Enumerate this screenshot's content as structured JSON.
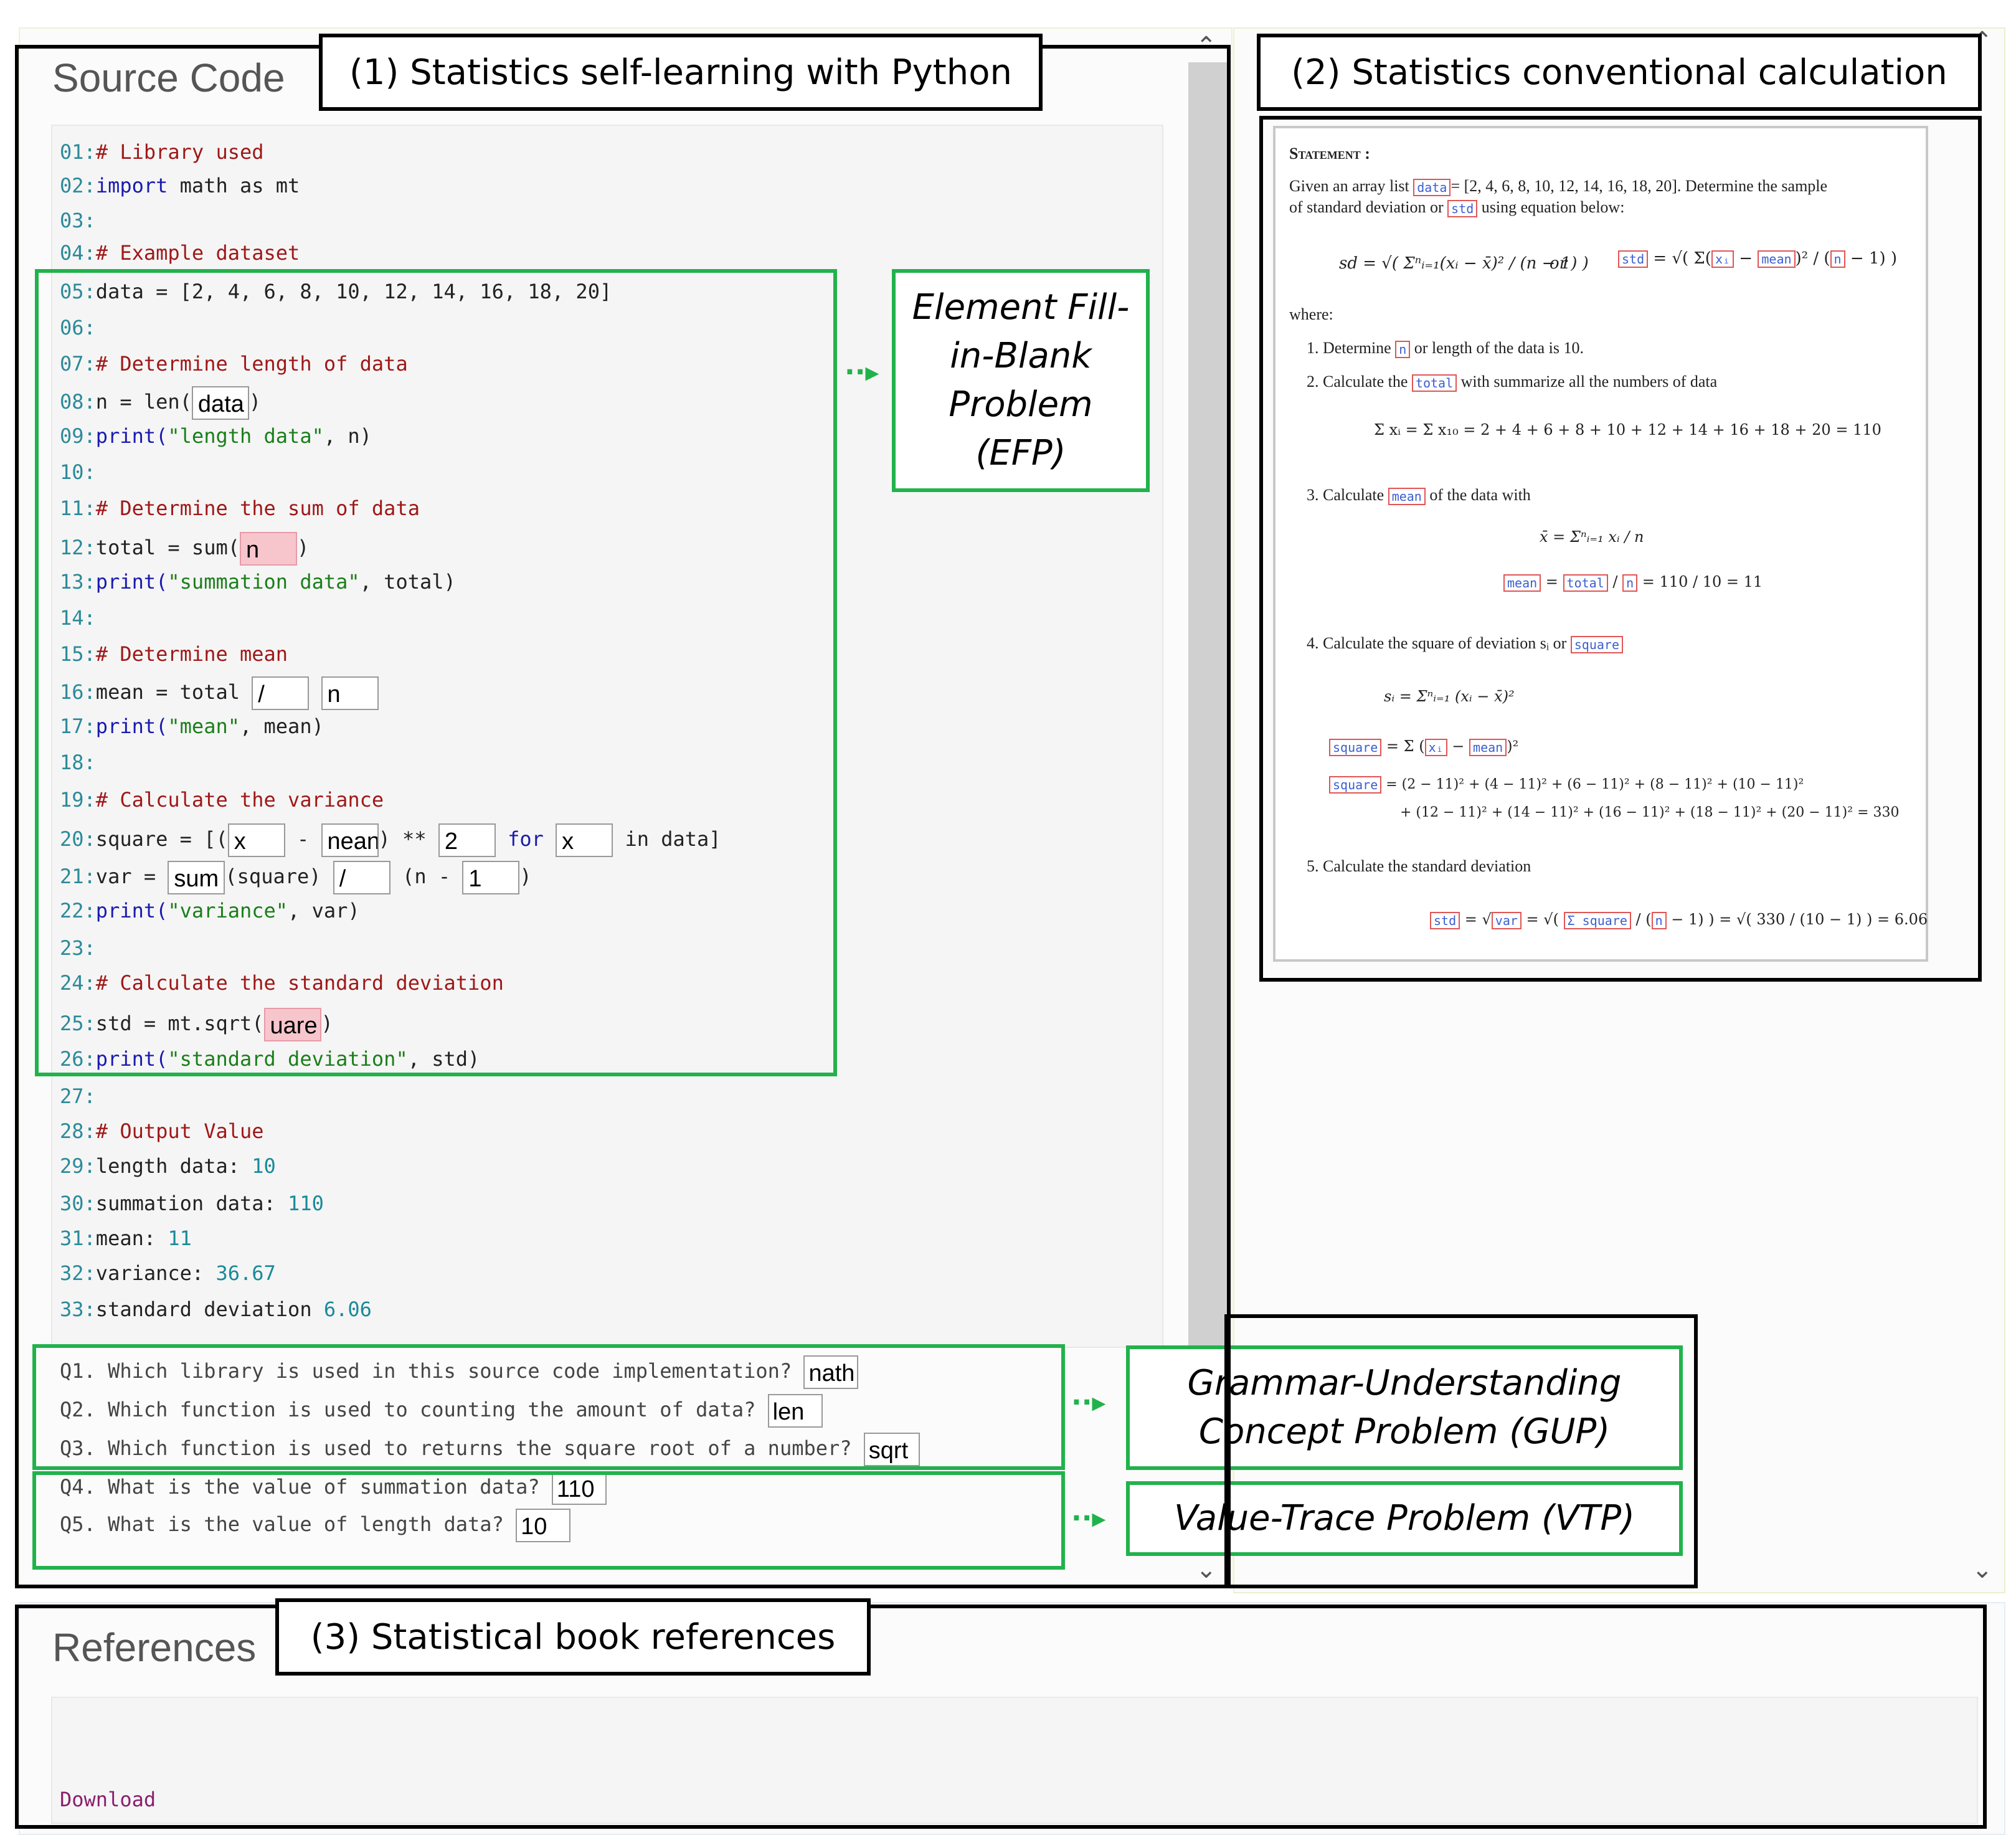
{
  "source_panel": {
    "title": "Source Code",
    "code_lines": [
      {
        "num": "01:",
        "text": "# Library used",
        "kind": "comment"
      },
      {
        "num": "02:",
        "kw": "import",
        "text": " math as mt"
      },
      {
        "num": "03:",
        "text": ""
      },
      {
        "num": "04:",
        "text": "# Example dataset",
        "kind": "comment"
      },
      {
        "num": "05:",
        "text": "data = [2, 4, 6, 8, 10, 12, 14, 16, 18, 20]"
      },
      {
        "num": "06:",
        "text": ""
      },
      {
        "num": "07:",
        "text": "# Determine length of data",
        "kind": "comment"
      },
      {
        "num": "08:",
        "pre": "n = len(",
        "blank": "data",
        "post": ")"
      },
      {
        "num": "09:",
        "kw": "print(",
        "str": "\"length data\"",
        "text": ", n)"
      },
      {
        "num": "10:",
        "text": ""
      },
      {
        "num": "11:",
        "text": "# Determine the sum of data",
        "kind": "comment"
      },
      {
        "num": "12:",
        "pre": "total = sum(",
        "blank": "n",
        "post": ")"
      },
      {
        "num": "13:",
        "kw": "print(",
        "str": "\"summation data\"",
        "text": ", total)"
      },
      {
        "num": "14:",
        "text": ""
      },
      {
        "num": "15:",
        "text": "# Determine mean",
        "kind": "comment"
      },
      {
        "num": "16:",
        "pre": "mean = total ",
        "blank": "/",
        "blank2": "n"
      },
      {
        "num": "17:",
        "kw": "print(",
        "str": "\"mean\"",
        "text": ", mean)"
      },
      {
        "num": "18:",
        "text": ""
      },
      {
        "num": "19:",
        "text": "# Calculate the variance",
        "kind": "comment"
      },
      {
        "num": "20:",
        "pre": "square = [(",
        "blank": "x",
        "mid": " - ",
        "blank2": "nean",
        "mid2": ") ** ",
        "blank3": "2",
        "kw_for": " for ",
        "blank4": "x",
        "post": " in data]"
      },
      {
        "num": "21:",
        "pre": "var = ",
        "blank": "sum",
        "mid": "(square) ",
        "blank2": "/",
        "mid2": " (n - ",
        "blank3": "1",
        "post": ")"
      },
      {
        "num": "22:",
        "kw": "print(",
        "str": "\"variance\"",
        "text": ", var)"
      },
      {
        "num": "23:",
        "text": ""
      },
      {
        "num": "24:",
        "text": "# Calculate the standard deviation",
        "kind": "comment"
      },
      {
        "num": "25:",
        "pre": "std = mt.sqrt(",
        "blank": "uare",
        "post": ")"
      },
      {
        "num": "26:",
        "kw": "print(",
        "str": "\"standard deviation\"",
        "text": ", std)"
      },
      {
        "num": "27:",
        "text": ""
      },
      {
        "num": "28:",
        "text": "# Output Value",
        "kind": "comment"
      },
      {
        "num": "29:",
        "text": "length data: ",
        "val": "10"
      },
      {
        "num": "30:",
        "text": "summation data: ",
        "val": "110"
      },
      {
        "num": "31:",
        "text": "mean: ",
        "val": "11"
      },
      {
        "num": "32:",
        "text": "variance: ",
        "val": "36.67"
      },
      {
        "num": "33:",
        "text": "standard deviation ",
        "val": "6.06"
      }
    ],
    "questions": [
      {
        "q": "Q1. Which library is used in this source code implementation?",
        "a": "nath"
      },
      {
        "q": "Q2. Which function is used to counting the amount of data?",
        "a": "len"
      },
      {
        "q": "Q3. Which function is used to returns the square root of a number?",
        "a": "sqrt"
      },
      {
        "q": "Q4. What is the value of summation data?",
        "a": "110"
      },
      {
        "q": "Q5. What is the value of length data?",
        "a": "10"
      }
    ]
  },
  "callouts": {
    "label1": "(1) Statistics self-learning with Python",
    "label2": "(2) Statistics conventional calculation",
    "label3": "(3) Statistical book references",
    "efp": [
      "Element Fill-",
      "in-Blank",
      "Problem",
      "(EFP)"
    ],
    "gup": [
      "Grammar-Understanding",
      "Concept Problem (GUP)"
    ],
    "vtp": "Value-Trace Problem (VTP)",
    "arrow": "··▸"
  },
  "statement": {
    "heading": "Statement :",
    "intro1_a": "Given an array list",
    "intro1_tag": "data",
    "intro1_b": "= [2, 4, 6, 8, 10, 12, 14, 16, 18, 20]. Determine the sample",
    "intro2_a": "of standard deviation or",
    "intro2_tag": "std",
    "intro2_b": "using equation below:",
    "eq_sd": "sd = √( Σⁿᵢ₌₁(xᵢ − x̄)² / (n − 1) )",
    "eq_or": "or",
    "where": "where:",
    "s1_a": "1. Determine",
    "s1_tag": "n",
    "s1_b": "or length of the data is 10.",
    "s2_a": "2. Calculate the",
    "s2_tag": "total",
    "s2_b": "with summarize all the numbers of data",
    "s2_eq": "Σ xᵢ = Σ x₁₀ = 2 + 4 + 6 + 8 + 10 + 12 + 14 + 16 + 18 + 20 = 110",
    "s3_a": "3. Calculate",
    "s3_tag": "mean",
    "s3_b": "of the data with",
    "s3_eq1": "x̄ = Σⁿᵢ₌₁ xᵢ / n",
    "s3_eq2": "= 110 / 10 = 11",
    "s4_a": "4. Calculate the square of deviation sᵢ or",
    "s4_tag": "square",
    "s4_eq1": "sᵢ = Σⁿᵢ₌₁ (xᵢ − x̄)²",
    "s4_eq3": "= (2 − 11)² + (4 − 11)² + (6 − 11)² + (8 − 11)² + (10 − 11)²",
    "s4_eq4": "+ (12 − 11)² + (14 − 11)² + (16 − 11)² + (18 − 11)² + (20 − 11)² = 330",
    "s5": "5. Calculate the standard deviation",
    "s5_eq": "= √( 330 / (10 − 1) ) = 6.06",
    "tags": {
      "data": "data",
      "std": "std",
      "xi": "xᵢ",
      "mean": "mean",
      "n": "n",
      "total": "total",
      "square": "square",
      "var": "var",
      "sum_square": "Σ square"
    }
  },
  "references": {
    "title": "References",
    "download": "Download"
  },
  "colors": {
    "green": "#22b24c",
    "black": "#000000",
    "tag_border": "#e05555",
    "tag_text": "#3a5fd0"
  }
}
